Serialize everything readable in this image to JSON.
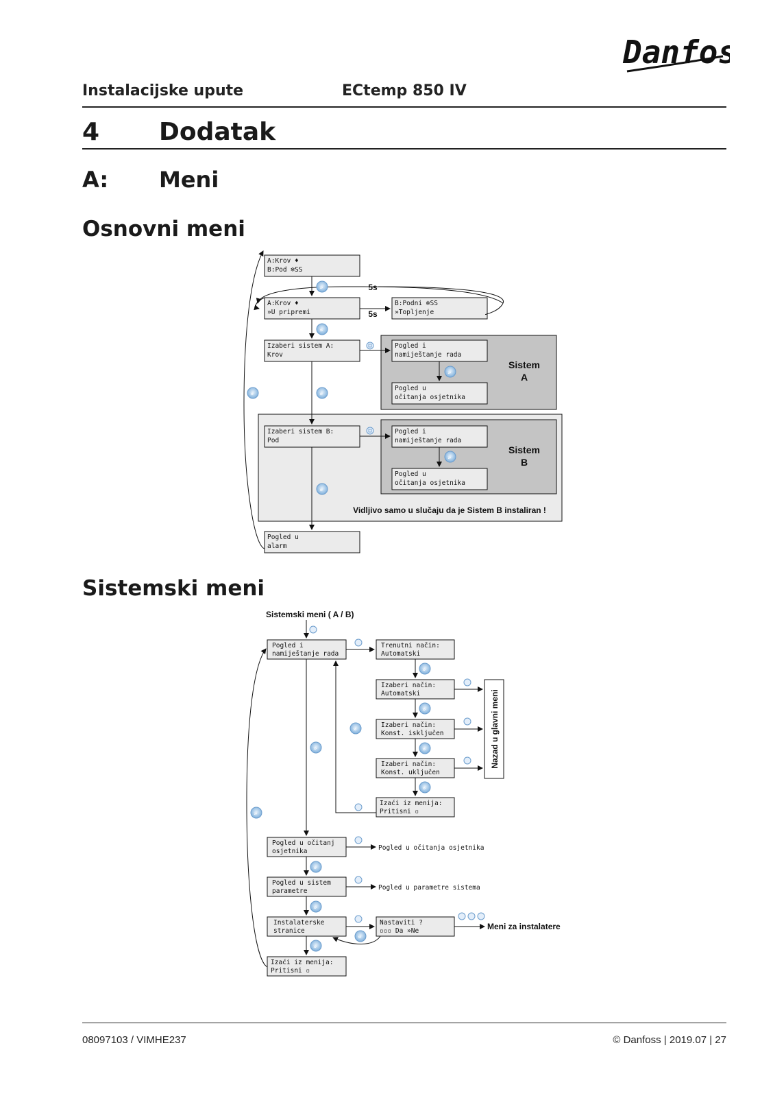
{
  "header": {
    "left": "Instalacijske upute",
    "center": "ECtemp 850 IV",
    "brand": "Danfoss"
  },
  "section": {
    "number": "4",
    "title": "Dodatak"
  },
  "subsection": {
    "label": "A:",
    "title": "Meni"
  },
  "basic_menu": {
    "heading": "Osnovni meni",
    "box_top": [
      "A:Krov           ♦",
      "B:Pod           ❄SS"
    ],
    "delay_top": "5s",
    "box_prep": [
      "A:Krov           ♦",
      "»U pripremi"
    ],
    "delay_mid": "5s",
    "box_melt": [
      "B:Podni         ❄SS",
      "»Topljenje"
    ],
    "select_a": [
      "Izaberi  sistem A:",
      "Krov"
    ],
    "view_mode_a": [
      "Pogled i",
      "namiještanje rada"
    ],
    "view_sensor_a": [
      "Pogled u",
      "očitanja osjetnika"
    ],
    "system_a_label": [
      "Sistem",
      "A"
    ],
    "select_b": [
      "Izaberi sistem B:",
      "Pod"
    ],
    "view_mode_b": [
      "Pogled i",
      "namiještanje rada"
    ],
    "view_sensor_b": [
      "Pogled u",
      "očitanja osjetnika"
    ],
    "system_b_label": [
      "Sistem",
      "B"
    ],
    "note": "Vidljivo samo u slučaju da je Sistem B instaliran !",
    "alarm": [
      "Pogled u",
      "alarm"
    ]
  },
  "system_menu": {
    "heading": "Sistemski meni",
    "title": "Sistemski meni ( A / B)",
    "view_mode": [
      "Pogled i",
      "namiještanje rada"
    ],
    "current_mode": [
      "Trenutni način:",
      "Automatski"
    ],
    "select_auto": [
      "Izaberi način:",
      "Automatski"
    ],
    "select_off": [
      "Izaberi način:",
      "Konst. isključen"
    ],
    "select_on": [
      "Izaberi način:",
      "Konst. uključen"
    ],
    "back_main": "Nazad u glavni meni",
    "exit_menu_1": [
      "Izaći iz menija:",
      "Pritisni ▫"
    ],
    "view_sensor": [
      "Pogled u očitanj",
      "osjetnika"
    ],
    "view_sensor_label": "Pogled u očitanja osjetnika",
    "view_params": [
      "Pogled u sistem",
      "parametre"
    ],
    "view_params_label": "Pogled u parametre sistema",
    "installer": [
      "Instalaterske",
      "stranice"
    ],
    "adjust": [
      "Nastaviti ?",
      "▫▫▫ Da     »Ne"
    ],
    "installer_menu": "Meni za instalatere",
    "exit_menu_2": [
      "Izaći iz menija:",
      "Pritisni ▫"
    ]
  },
  "footer": {
    "left": "08097103 / VIMHE237",
    "right": "© Danfoss |  2019.07 | 27"
  }
}
